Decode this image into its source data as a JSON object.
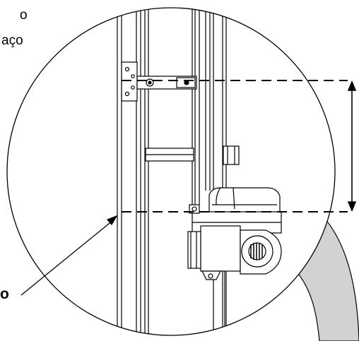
{
  "labels": {
    "top_line_1": "o",
    "top_line_2": "aço",
    "bottom_left": "o"
  },
  "colors": {
    "ink": "#000000",
    "shade": "#d2d2d2",
    "paper": "#ffffff"
  }
}
